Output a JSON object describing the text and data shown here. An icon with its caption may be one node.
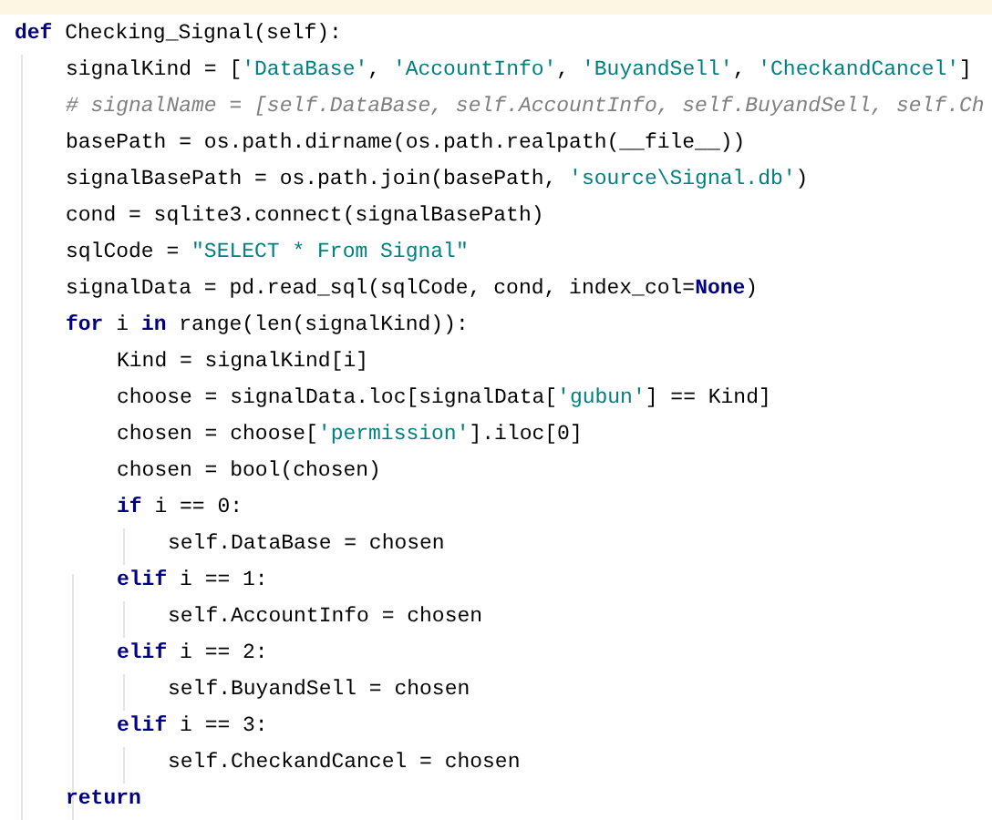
{
  "diagram": {
    "labels": [
      "**def** Checking_Signal(self):",
      "signalKind = ['DataBase', 'AccountInfo', 'BuyandSell', 'CheckandCancel']",
      "# signalName = [self.DataBase, self.AccountInfo, self.BuyandSell, self.Ch",
      "basePath = os.path.dirname(os.path.realpath(__file__))",
      "signalBasePath = os.path.join(basePath, 'source\\Signal.db')",
      "cond = sqlite3.connect(signalBasePath)",
      "sqlCode = \"SELECT * From Signal\"",
      "signalData = pd.read_sql(sqlCode, cond, index_col=**None**)",
      "**for** i **in** range(len(signalKind)):",
      "Kind = signalKind[i]",
      "choose = signalData.loc[signalData['gubun'] == Kind]",
      "chosen = choose['permission'].iloc[0]",
      "chosen = bool(chosen)",
      "**if** i == 0:",
      "self.DataBase = chosen",
      "**elif** i == 1:",
      "self.AccountInfo = chosen",
      "**elif** i == 2:",
      "self.BuyandSell = chosen",
      "**elif** i == 3:",
      "self.CheckandCancel = chosen",
      "**return**"
    ]
  }
}
